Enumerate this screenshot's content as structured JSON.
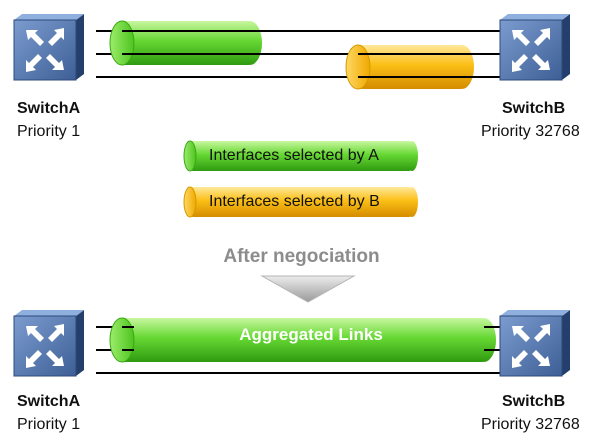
{
  "top": {
    "left_switch": {
      "name": "SwitchA",
      "priority": "Priority 1"
    },
    "right_switch": {
      "name": "SwitchB",
      "priority": "Priority 32768"
    }
  },
  "legend": {
    "green": {
      "label": "Interfaces selected by A",
      "color": "#62d832"
    },
    "orange": {
      "label": "Interfaces selected by B",
      "color": "#f5b800"
    }
  },
  "transition": {
    "label": "After negociation"
  },
  "bottom": {
    "left_switch": {
      "name": "SwitchA",
      "priority": "Priority 1"
    },
    "right_switch": {
      "name": "SwitchB",
      "priority": "Priority 32768"
    },
    "aggregate_label": "Aggregated Links"
  },
  "colors": {
    "switch_face": "#4a6fa5",
    "switch_side": "#243f6b",
    "link": "#000000",
    "arrow": "#a9a9a9"
  }
}
